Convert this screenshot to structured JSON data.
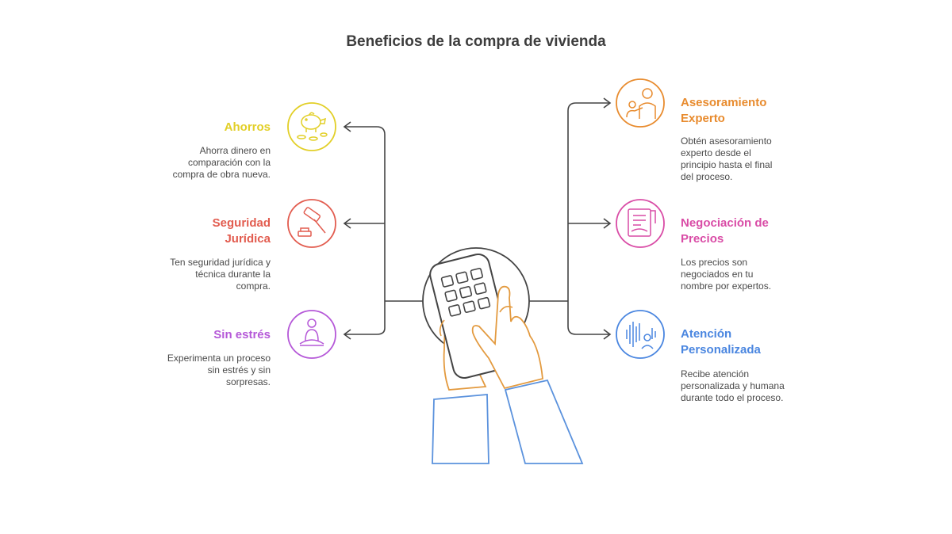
{
  "title": "Beneficios de la compra de vivienda",
  "colors": {
    "text": "#4a4a4a",
    "line": "#444444",
    "ahorros": "#e2cf27",
    "seguridad": "#e25c4f",
    "sin_estres": "#b558d8",
    "asesoramiento": "#e88b2e",
    "negociacion": "#d94ca6",
    "atencion": "#4a86e0",
    "hands": "#e39a3f",
    "sleeves": "#5b92dd"
  },
  "left": [
    {
      "title": "Ahorros",
      "desc": [
        "Ahorra dinero en",
        "comparación con la",
        "compra de obra nueva."
      ],
      "icon": "piggy-bank-icon"
    },
    {
      "title_lines": [
        "Seguridad",
        "Jurídica"
      ],
      "desc": [
        "Ten seguridad jurídica y",
        "técnica durante la",
        "compra."
      ],
      "icon": "gavel-icon"
    },
    {
      "title": "Sin estrés",
      "desc": [
        "Experimenta un proceso",
        "sin estrés y sin",
        "sorpresas."
      ],
      "icon": "meditation-icon"
    }
  ],
  "right": [
    {
      "title_lines": [
        "Asesoramiento",
        "Experto"
      ],
      "desc": [
        "Obtén asesoramiento",
        "experto desde el",
        "principio hasta el final",
        "del proceso."
      ],
      "icon": "advisor-icon"
    },
    {
      "title_lines": [
        "Negociación de",
        "Precios"
      ],
      "desc": [
        "Los precios son",
        "negociados en tu",
        "nombre por expertos."
      ],
      "icon": "contract-handshake-icon"
    },
    {
      "title_lines": [
        "Atención",
        "Personalizada"
      ],
      "desc": [
        "Recibe atención",
        "personalizada y humana",
        "durante todo el proceso."
      ],
      "icon": "voice-support-icon"
    }
  ]
}
